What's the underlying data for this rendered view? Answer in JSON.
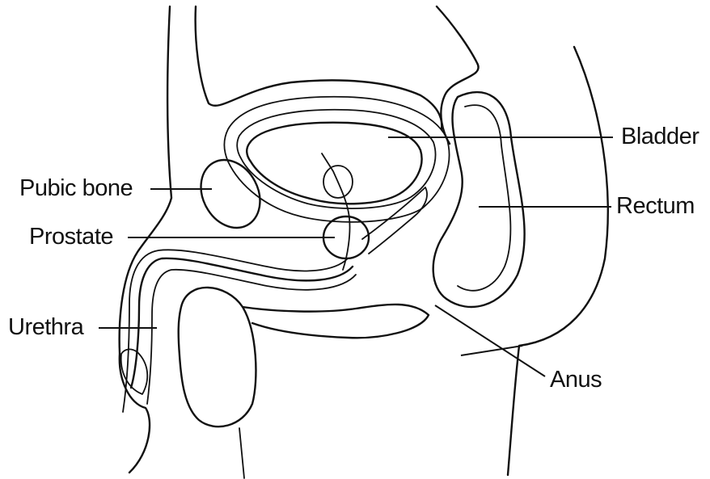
{
  "labels": {
    "bladder": "Bladder",
    "pubic_bone": "Pubic bone",
    "rectum": "Rectum",
    "prostate": "Prostate",
    "urethra": "Urethra",
    "anus": "Anus"
  }
}
